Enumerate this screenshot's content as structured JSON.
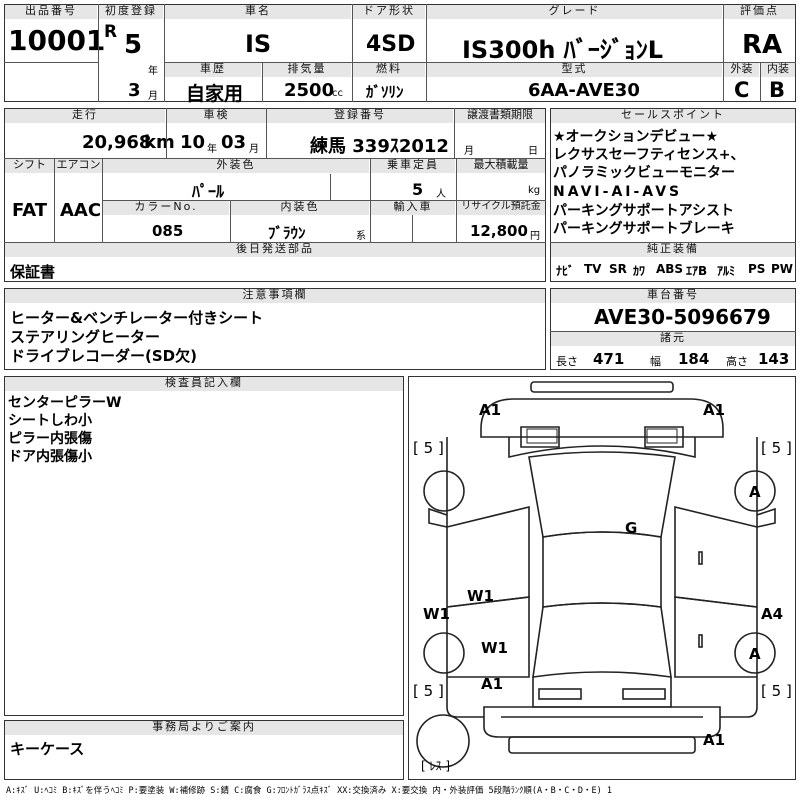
{
  "header": {
    "lot_label": "出品番号",
    "lot_number": "10001",
    "first_reg_label": "初度登録",
    "era": "R",
    "year": "5",
    "year_unit": "年",
    "month": "3",
    "month_unit": "月",
    "model_label": "車名",
    "model": "IS",
    "door_label": "ドア形状",
    "door": "4SD",
    "grade_label": "グレード",
    "grade": "IS300h ﾊﾞｰｼﾞｮﾝL",
    "score_label": "評価点",
    "score": "RA",
    "history_label": "車歴",
    "history": "自家用",
    "displacement_label": "排気量",
    "displacement": "2500",
    "displacement_unit": "cc",
    "fuel_label": "燃料",
    "fuel": "ｶﾞｿﾘﾝ",
    "type_label": "型式",
    "type": "6AA-AVE30",
    "ext_grade_label": "外装",
    "ext_grade": "C",
    "int_grade_label": "内装",
    "int_grade": "B"
  },
  "details": {
    "mileage_label": "走行",
    "mileage": "20,968",
    "mileage_unit": "km",
    "inspection_label": "車検",
    "inspection_year": "10",
    "inspection_year_unit": "年",
    "inspection_month": "03",
    "inspection_month_unit": "月",
    "reg_label": "登録番号",
    "reg_number": "練馬 339ｽ2012",
    "transfer_label": "譲渡書類期限",
    "transfer_month_unit": "月",
    "transfer_day_unit": "日",
    "shift_label": "シフト",
    "shift": "FAT",
    "ac_label": "エアコン",
    "ac": "AAC",
    "exterior_color_label": "外装色",
    "exterior_color": "ﾊﾟｰﾙ",
    "capacity_label": "乗車定員",
    "capacity": "5",
    "capacity_unit": "人",
    "max_load_label": "最大積載量",
    "max_load_unit": "kg",
    "color_no_label": "カラーNo.",
    "color_no": "085",
    "interior_color_label": "内装色",
    "interior_color": "ﾌﾞﾗｳﾝ",
    "interior_color_unit": "系",
    "import_label": "輸入車",
    "recycle_label": "リサイクル預託金",
    "recycle_fee": "12,800",
    "recycle_unit": "円",
    "later_parts_label": "後日発送部品",
    "later_parts": "保証書"
  },
  "sales_points": {
    "label": "セールスポイント",
    "lines": [
      "★オークションデビュー★",
      "レクサスセーフティセンス+、",
      "パノラミックビューモニター",
      "NAVI-AI-AVS",
      "パーキングサポートアシスト",
      "パーキングサポートブレーキ"
    ]
  },
  "equipment": {
    "label": "純正装備",
    "items": [
      "ﾅﾋﾞ",
      "TV",
      "SR",
      "ｶﾜ",
      "ABS",
      "ｴｱB",
      "ｱﾙﾐ",
      "PS",
      "PW"
    ]
  },
  "notes": {
    "label": "注意事項欄",
    "lines": [
      "ヒーター&ベンチレーター付きシート",
      "ステアリングヒーター",
      "ドライブレコーダー(SD欠)"
    ]
  },
  "chassis": {
    "label": "車台番号",
    "number": "AVE30-5096679",
    "specs_label": "諸元",
    "length_label": "長さ",
    "length": "471",
    "width_label": "幅",
    "width": "184",
    "height_label": "高さ",
    "height": "143"
  },
  "inspector": {
    "label": "検査員記入欄",
    "lines": [
      "センターピラーW",
      "シートしわ小",
      "ピラー内張傷",
      "ドア内張傷小"
    ]
  },
  "office": {
    "label": "事務局よりご案内",
    "text": "キーケース"
  },
  "diagram_marks": {
    "front_left": "A1",
    "front_right": "A1",
    "roof": "G",
    "left_front_door": "W1",
    "left_front_pillar": "W1",
    "left_rear_door": "W1",
    "right_rear_door": "A4",
    "left_rear_quarter": "A1",
    "rear_bumper": "A1",
    "right_front_wheel": "A",
    "right_rear_wheel": "A",
    "tire_fl": "5",
    "tire_fr": "5",
    "tire_rl": "5",
    "tire_rr": "5",
    "spare": "ﾚｽ"
  },
  "legend": "A:ｷｽﾞ U:ﾍｺﾐ B:ｷｽﾞを伴うﾍｺﾐ P:要塗装 W:補修跡 S:錆 C:腐食 G:ﾌﾛﾝﾄｶﾞﾗｽ点ｷｽﾞ XX:交換済み X:要交換 内・外装評価 5段階ﾗﾝｸ順(A・B・C・D・E) 1"
}
